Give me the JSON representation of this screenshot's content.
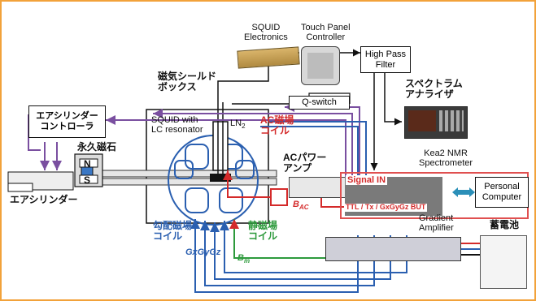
{
  "labels": {
    "squid_electronics": "SQUID\nElectronics",
    "touch_panel": "Touch Panel\nController",
    "high_pass": "High Pass\nFilter",
    "q_switch": "Q-switch",
    "shield_box": "磁気シールド\nボックス",
    "squid_lc": "SQUID with\nLC resonator",
    "ln2": "LN",
    "ln2_sub": "2",
    "ac_coil": "AC磁場\nコイル",
    "ac_power_amp": "ACパワー\nアンプ",
    "air_cyl_ctrl": "エアシリンダー\nコントローラ",
    "permanent_magnet": "永久磁石",
    "air_cylinder": "エアシリンダー",
    "n_pole": "N",
    "s_pole": "S",
    "spectrum_analyzer": "スペクトラム\nアナライザ",
    "kea2": "Kea2 NMR\nSpectrometer",
    "signal_in": "Signal IN",
    "ttl_tx": "TTL / Tx / GxGyGz BUT",
    "personal_computer": "Personal\nComputer",
    "gradient_coil": "勾配磁場\nコイル",
    "static_coil": "静磁場\nコイル",
    "b_ac": "B",
    "b_ac_sub": "AC",
    "b_m": "B",
    "b_m_sub": "m",
    "gxgygz": "GxGyGz",
    "gradient_amp": "Gradient\nAmplifier",
    "battery": "蓄電池"
  },
  "colors": {
    "frame": "#f2a23a",
    "red": "#d42a2a",
    "blue": "#2a5fb0",
    "purple": "#7a4fa0",
    "green": "#2d9a3c"
  }
}
